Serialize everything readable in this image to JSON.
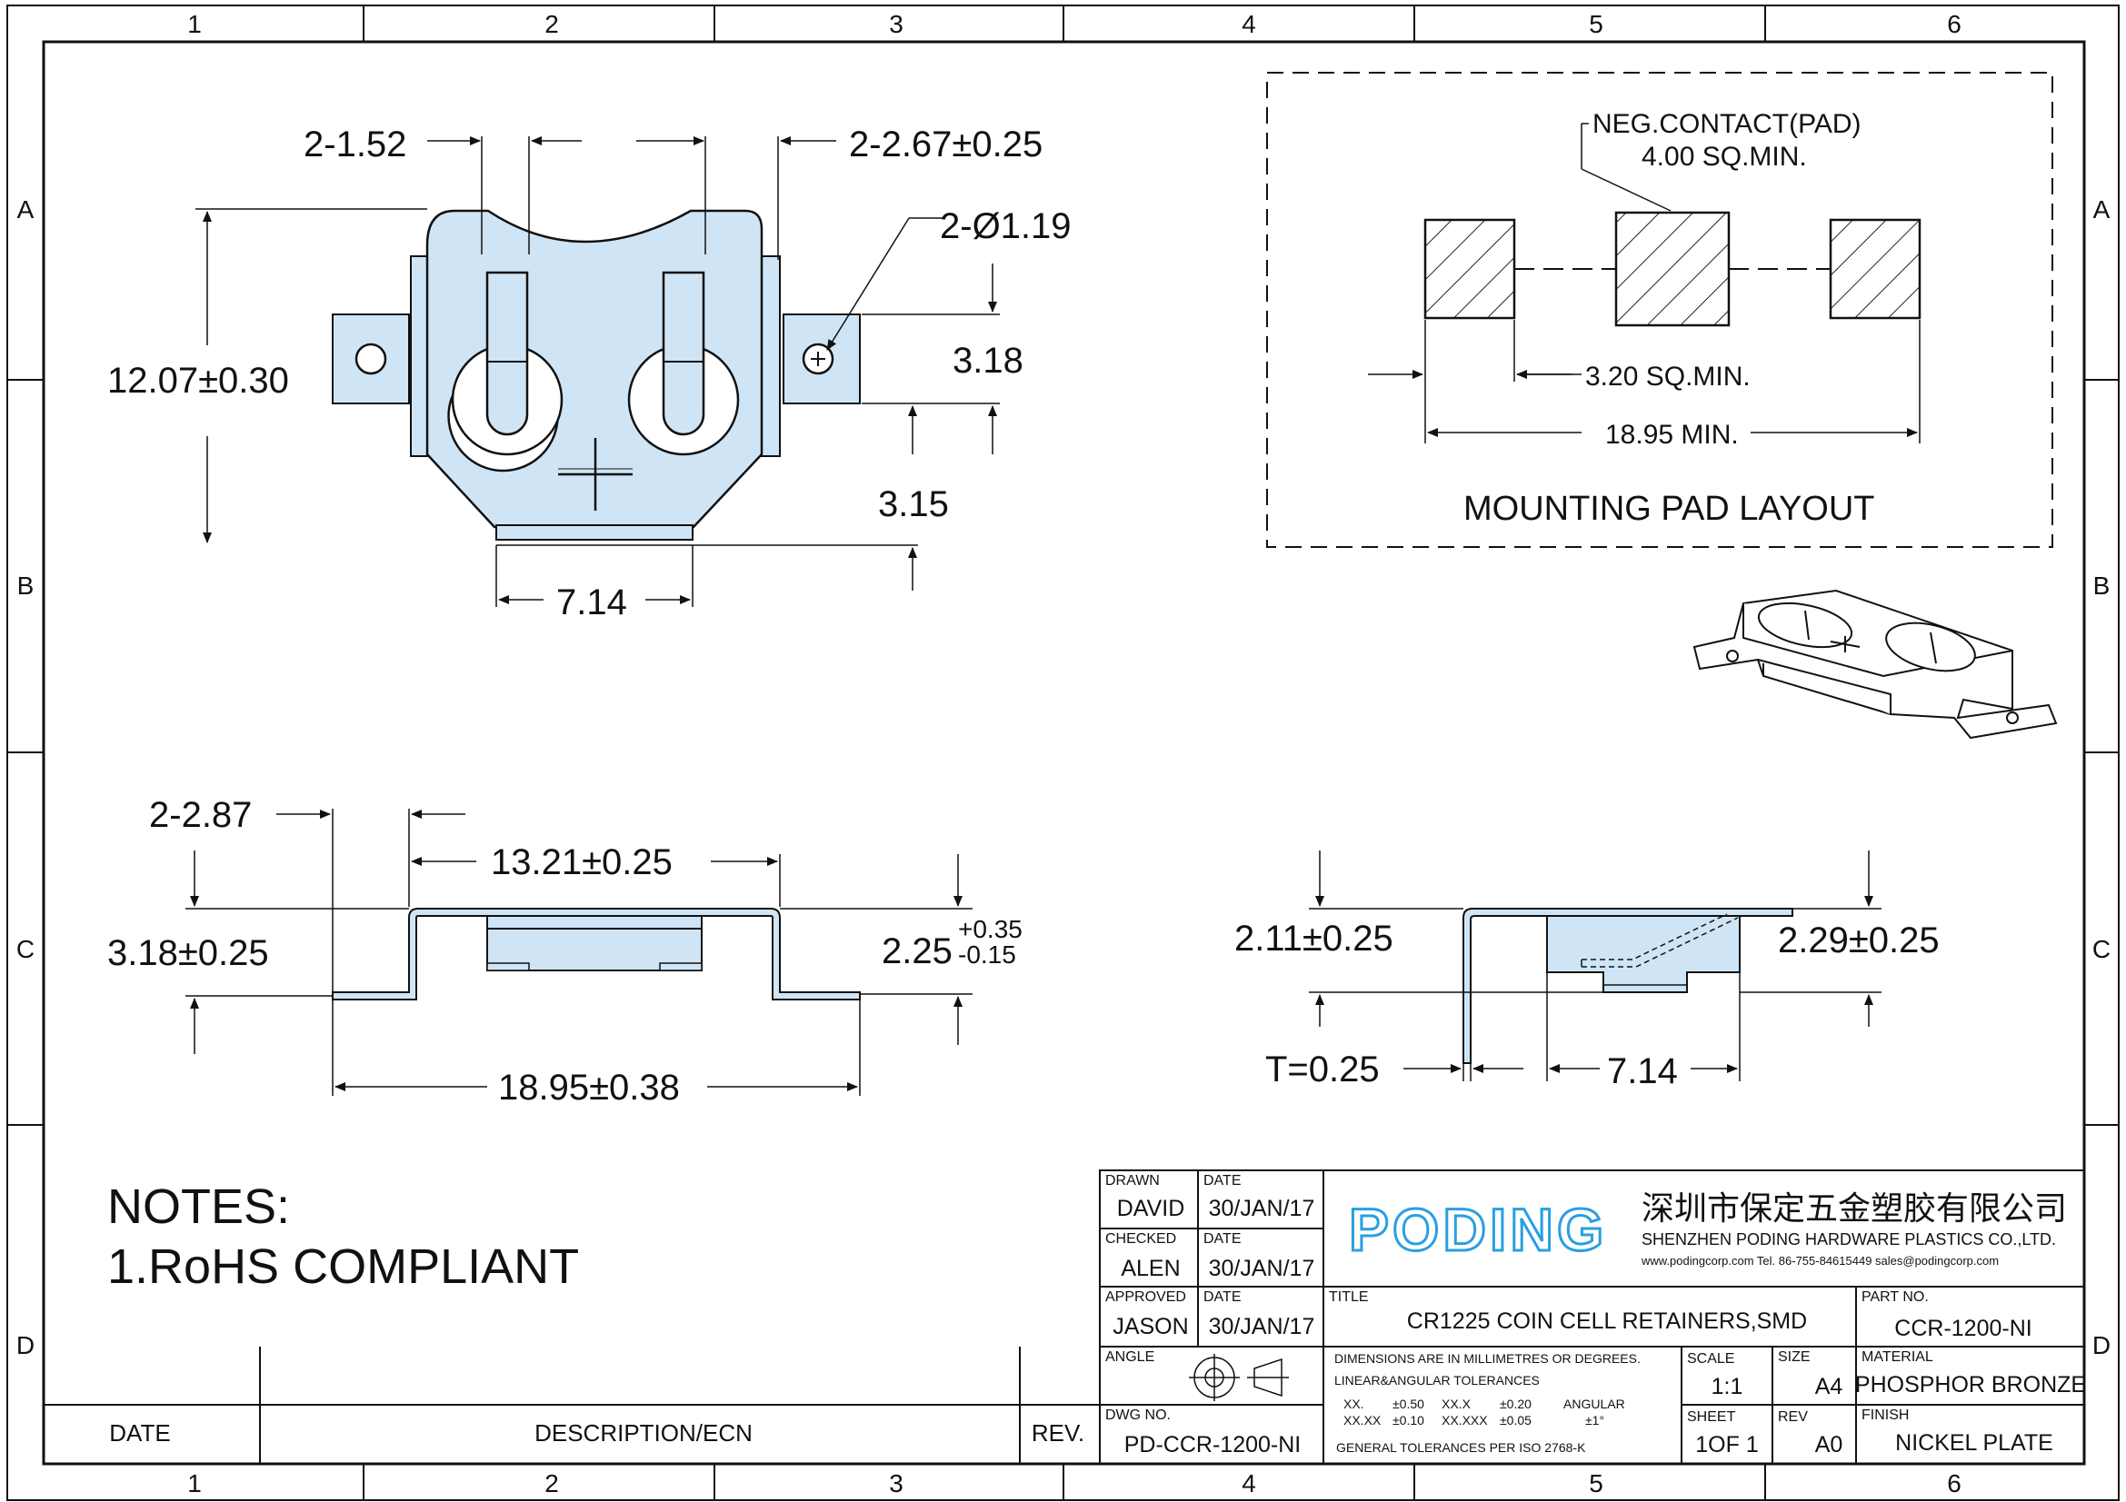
{
  "zones": {
    "columns": [
      "1",
      "2",
      "3",
      "4",
      "5",
      "6"
    ],
    "rows": [
      "A",
      "B",
      "C",
      "D"
    ]
  },
  "top_view": {
    "dim_slot_width": "2-1.52",
    "dim_tab_width": "2-2.67±0.25",
    "dim_hole_dia": "2-Ø1.19",
    "dim_height": "12.07±0.30",
    "dim_tab_height": "3.18",
    "dim_tab_offset": "3.15",
    "dim_bottom_width": "7.14"
  },
  "pad_layout": {
    "caption": "MOUNTING PAD LAYOUT",
    "neg_contact_line1": "NEG.CONTACT(PAD)",
    "neg_contact_line2": "4.00 SQ.MIN.",
    "side_pad": "3.20 SQ.MIN.",
    "overall": "18.95 MIN."
  },
  "front_view": {
    "dim_lead": "2-2.87",
    "dim_inner": "13.21±0.25",
    "dim_height": "3.18±0.25",
    "dim_body_h": "2.25",
    "tol_plus": "+0.35",
    "tol_minus": "-0.15",
    "dim_overall": "18.95±0.38"
  },
  "side_view": {
    "dim_left_h": "2.11±0.25",
    "dim_right_h": "2.29±0.25",
    "thickness": "T=0.25",
    "dim_width": "7.14"
  },
  "notes": {
    "heading": "NOTES:",
    "item1": "1.RoHS COMPLIANT"
  },
  "revision_block": {
    "date_label": "DATE",
    "desc_label": "DESCRIPTION/ECN",
    "rev_label": "REV."
  },
  "title_block": {
    "drawn_label": "DRAWN",
    "drawn": "DAVID",
    "checked_label": "CHECKED",
    "checked": "ALEN",
    "approved_label": "APPROVED",
    "approved": "JASON",
    "date_label": "DATE",
    "drawn_date": "30/JAN/17",
    "checked_date": "30/JAN/17",
    "approved_date": "30/JAN/17",
    "angle_label": "ANGLE",
    "dwg_no_label": "DWG NO.",
    "dwg_no": "PD-CCR-1200-NI",
    "logo": "PODING",
    "company_cn": "深圳市保定五金塑胶有限公司",
    "company_en": "SHENZHEN PODING HARDWARE PLASTICS CO.,LTD.",
    "contact": "www.podingcorp.com   Tel. 86-755-84615449   sales@podingcorp.com",
    "title_label": "TITLE",
    "title": "CR1225 COIN CELL RETAINERS,SMD",
    "part_no_label": "PART NO.",
    "part_no": "CCR-1200-NI",
    "tol_line1": "DIMENSIONS ARE IN MILLIMETRES OR DEGREES.",
    "tol_line2": "LINEAR&ANGULAR TOLERANCES",
    "tol_a1": "XX.",
    "tol_a2": "±0.50",
    "tol_b1": "XX.X",
    "tol_b2": "±0.20",
    "tol_c1": "XX.XX",
    "tol_c2": "±0.10",
    "tol_d1": "XX.XXX",
    "tol_d2": "±0.05",
    "tol_ang": "ANGULAR",
    "tol_ang_v": "±1°",
    "tol_iso": "GENERAL TOLERANCES PER ISO 2768-K",
    "scale_label": "SCALE",
    "scale": "1:1",
    "size_label": "SIZE",
    "size": "A4",
    "material_label": "MATERIAL",
    "material": "PHOSPHOR BRONZE",
    "sheet_label": "SHEET",
    "sheet": "1OF 1",
    "rev_label": "REV",
    "rev": "A0",
    "finish_label": "FINISH",
    "finish": "NICKEL PLATE"
  },
  "colors": {
    "part_fill": "#cfe5f6",
    "logo": "#2a9fe0",
    "line": "#111111"
  }
}
